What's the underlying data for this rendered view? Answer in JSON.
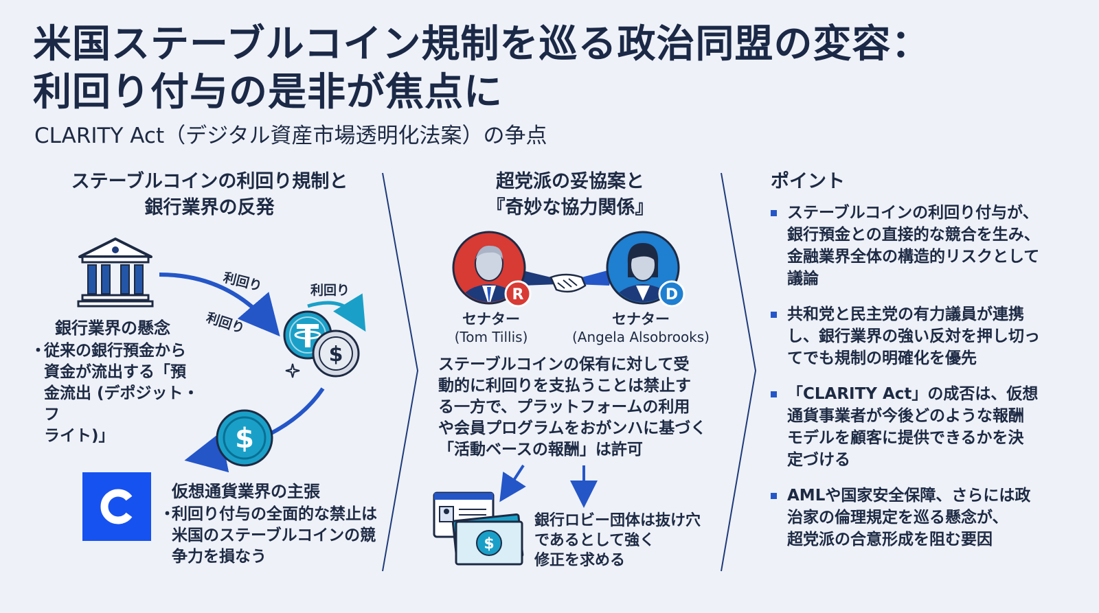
{
  "header": {
    "title_line1": "米国ステーブルコイン規制を巡る政治同盟の変容：",
    "title_line2": "利回り付与の是非が焦点に",
    "subtitle": "CLARITY Act（デジタル資産市場透明化法案）の争点"
  },
  "left": {
    "heading_line1": "ステーブルコインの利回り規制と",
    "heading_line2": "銀行業界の反発",
    "arrow_labels": [
      "利回り",
      "利回り",
      "利回り"
    ],
    "bank_concern_title": "銀行業界の懸念",
    "bank_concern_bullet": "・",
    "bank_concern_lines": [
      "従来の銀行預金から",
      "資金が流出する「預",
      "金流出 (デポジット・フ",
      "ライト)」"
    ],
    "crypto_title": "仮想通貨業界の主張",
    "crypto_bullet": "・",
    "crypto_lines": [
      "利回り付与の全面的な禁止は",
      "米国のステーブルコインの競",
      "争力を損なう"
    ]
  },
  "middle": {
    "heading_line1": "超党派の妥協案と",
    "heading_line2": "『奇妙な協力関係』",
    "senator_r_title": "セナター",
    "senator_r_name": "(Tom Tillis)",
    "senator_r_badge": "R",
    "senator_d_title": "セナター",
    "senator_d_name": "(Angela Alsobrooks)",
    "senator_d_badge": "D",
    "compromise_lines": [
      "ステーブルコインの保有に対して受",
      "動的に利回りを支払うことは禁止す",
      "る一方で、プラットフォームの利用",
      "や会員プログラムをおがンハに基づく",
      "「活動ベースの報酬」は許可"
    ],
    "lobby_lines": [
      "銀行ロビー団体は抜け穴",
      "であるとして強く",
      "修正を求める"
    ]
  },
  "right": {
    "heading": "ポイント",
    "points": [
      [
        "ステーブルコインの利回り付与が、",
        "銀行預金との直接的な競合を生み、",
        "金融業界全体の構造的リスクとして",
        "議論"
      ],
      [
        "共和党と民主党の有力議員が連携",
        "し、銀行業界の強い反対を押し切っ",
        "てでも規制の明確化を優先"
      ],
      [
        "「CLARITY Act」の成否は、仮想",
        "通貨事業者が今後どのような報酬",
        "モデルを顧客に提供できるかを決",
        "定づける"
      ],
      [
        "AMLや国家安全保障、さらには政",
        "治家の倫理規定を巡る懸念が、",
        "超党派の合意形成を阻む要因"
      ]
    ]
  },
  "colors": {
    "navy": "#1d2a44",
    "blue_arrow": "#2456c8",
    "teal_coin": "#1aa0c8",
    "republican_red": "#d83a34",
    "democrat_blue": "#1f7fd0",
    "coinbase_blue": "#1652f0",
    "background": "#eef1f7"
  },
  "icons": [
    "bank-icon",
    "tether-coin-icon",
    "dollar-coin-icon",
    "coinbase-logo-icon",
    "handshake-icon",
    "senator-avatar-icon",
    "card-icon",
    "banknote-icon"
  ]
}
